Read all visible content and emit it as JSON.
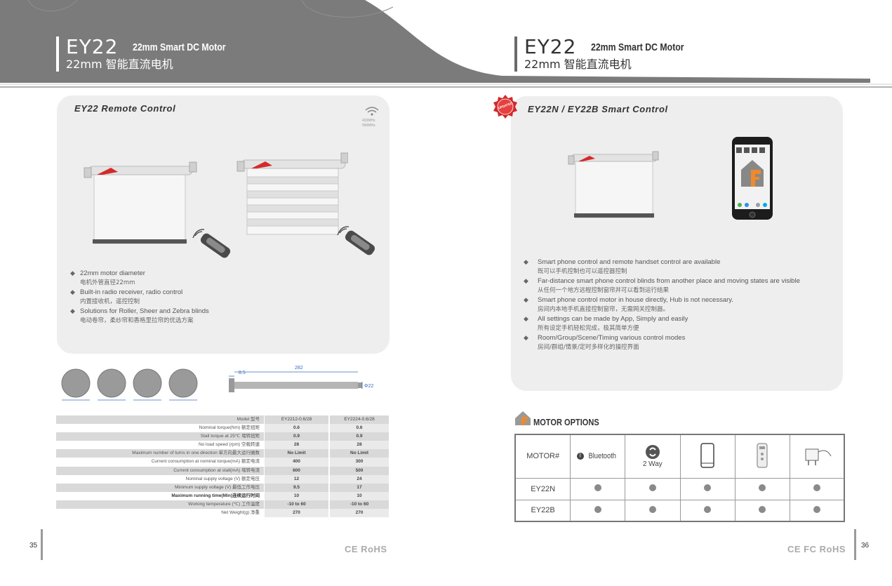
{
  "colors": {
    "header_gray": "#7b7b7c",
    "panel_gray": "#eeeeee",
    "accent_red": "#e53030",
    "dot_gray": "#8a8a8a"
  },
  "header_left": {
    "model": "EY22",
    "subtitle": "22mm Smart DC Motor",
    "subtitle_cn": "22mm 智能直流电机"
  },
  "header_right": {
    "model": "EY22",
    "subtitle": "22mm Smart DC Motor",
    "subtitle_cn": "22mm 智能直流电机"
  },
  "left_panel": {
    "title": "EY22 Remote Control",
    "wifi_lines": [
      "433MHz",
      "900MHz"
    ],
    "features": [
      {
        "en": "22mm motor diameter",
        "cn": "电机外管直径22mm"
      },
      {
        "en": "Built-in radio receiver, radio control",
        "cn": "内置接收机，遥控控制"
      },
      {
        "en": "Solutions for Roller, Sheer and Zebra blinds",
        "cn": "电动卷帘，柔纱帘和香格里拉帘的优选方案"
      }
    ]
  },
  "dimension": {
    "length": "282",
    "offset": "8.5",
    "diameter": "Φ22"
  },
  "spec_table": {
    "header_label": "Model 型号",
    "columns": [
      "EY2212-0.6/28",
      "EY2224-0.6/28"
    ],
    "rows": [
      {
        "label": "Nominal torque(Nm) 额定扭矩",
        "v1": "0.6",
        "v2": "0.6"
      },
      {
        "label": "Stall torque at 25℃ 堵转扭矩",
        "v1": "0.9",
        "v2": "0.9"
      },
      {
        "label": "No load speed (rpm) 空载转速",
        "v1": "28",
        "v2": "28"
      },
      {
        "label": "Maximum number of turns in one direction 单方向最大运行圈数",
        "v1": "No Limit",
        "v2": "No Limit"
      },
      {
        "label": "Current consumption at nominal torque(mA) 额定电流",
        "v1": "400",
        "v2": "300"
      },
      {
        "label": "Current consumption at stall(mA) 堵转电流",
        "v1": "600",
        "v2": "500"
      },
      {
        "label": "Nominal supply voltage (V) 额定电压",
        "v1": "12",
        "v2": "24"
      },
      {
        "label": "Minimum supply voltage (V) 最低工作电压",
        "v1": "9.5",
        "v2": "17"
      },
      {
        "label": "Maximum running time(Min)连续运行时间",
        "v1": "10",
        "v2": "10"
      },
      {
        "label": "Working temperature (℃) 工作温度",
        "v1": "-10 to 60",
        "v2": "-10 to 60"
      },
      {
        "label": "Net Weight(g) 净重",
        "v1": "270",
        "v2": "270"
      }
    ]
  },
  "right_panel": {
    "title": "EY22N / EY22B Smart Control",
    "badge": "UPDATED",
    "features": [
      {
        "en": "Smart phone control and remote handset control are available",
        "cn": "既可以手机控制也可以遥控器控制"
      },
      {
        "en": "Far-distance smart phone control blinds from another place and moving states are visible",
        "cn": "从任何一个地方远程控制窗帘并可以看到运行结果"
      },
      {
        "en": "Smart phone control motor in house directly, Hub is not necessary.",
        "cn": "房间内本地手机直接控制窗帘，无需网关控制器。"
      },
      {
        "en": "All settings can be made by App, Simply and easily",
        "cn": "所有设定手机轻松完成，极其简单方便"
      },
      {
        "en": "Room/Group/Scene/Timing various control modes",
        "cn": "房间/群组/情景/定时多样化的操控界面"
      }
    ]
  },
  "motor_options": {
    "title": "MOTOR OPTIONS",
    "header": {
      "motor": "MOTOR#",
      "bluetooth": "Bluetooth",
      "twoway": "2 Way"
    },
    "icons": [
      "bluetooth-icon",
      "two-way-icon",
      "smartphone-icon",
      "remote-icon",
      "power-adapter-icon"
    ],
    "rows": [
      {
        "model": "EY22N",
        "values": [
          true,
          true,
          true,
          true,
          true
        ]
      },
      {
        "model": "EY22B",
        "values": [
          true,
          true,
          true,
          true,
          true
        ]
      }
    ]
  },
  "footer": {
    "page_left": "35",
    "page_right": "36",
    "cert_left": "CE RoHS",
    "cert_right": "CE FC RoHS"
  }
}
